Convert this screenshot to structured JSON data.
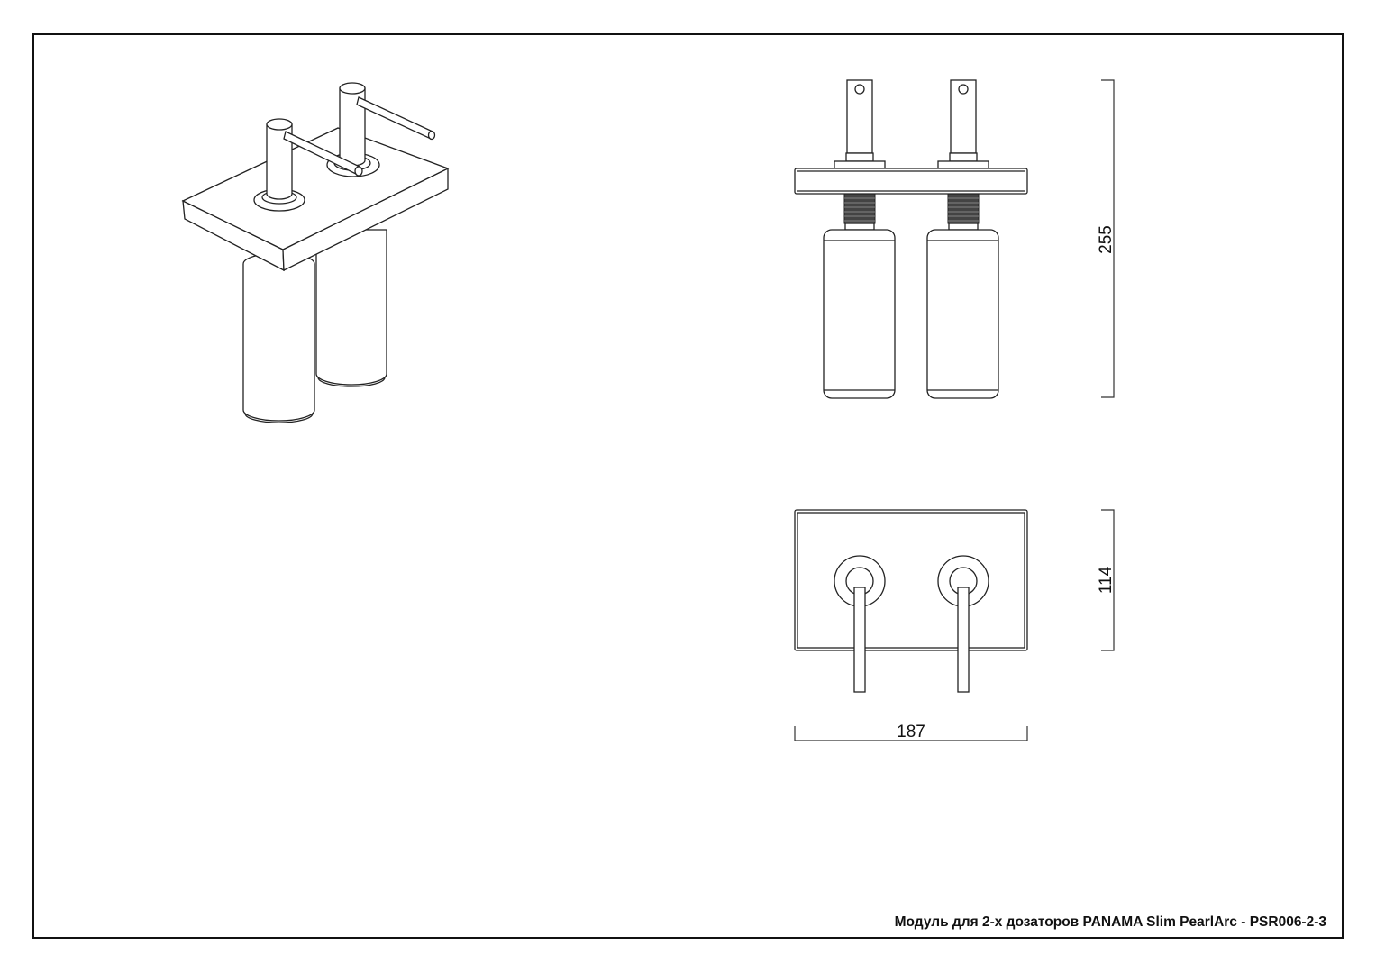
{
  "title": "Модуль для 2-х дозаторов PANAMA Slim PearlArc - PSR006-2-3",
  "dimensions": {
    "height": "255",
    "depth": "114",
    "width": "187"
  }
}
